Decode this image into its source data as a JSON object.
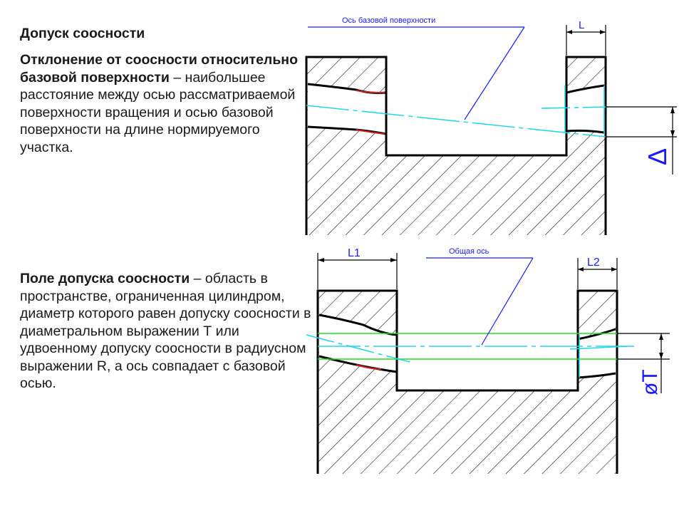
{
  "text": {
    "title": "Допуск соосности",
    "def1_bold": "Отклонение от соосности относительно базовой поверхности",
    "def1_rest": " – наибольшее расстояние   между осью рассматриваемой поверхности вращения и осью базовой поверхности на длине нормируемого участка.",
    "def2_bold": "Поле допуска соосности",
    "def2_rest": " – область в пространстве, ограниченная цилиндром, диаметр которого равен допуску соосности в диаметральном выражении Т или удвоенному допуску соосности в радиусном выражении R, а ось совпадает с базовой осью."
  },
  "diagram1": {
    "axis_label": "Ось базовой поверхности",
    "length_label": "L",
    "deviation_symbol": "Δ"
  },
  "diagram2": {
    "axis_label": "Общая ось",
    "length1_label": "L1",
    "length2_label": "L2",
    "tolerance_label": "øT"
  },
  "colors": {
    "annotation": "#1a1aff",
    "axis": "#22d8e8",
    "tolerance_zone": "#22dd22",
    "surface_deviation": "#d02020"
  }
}
